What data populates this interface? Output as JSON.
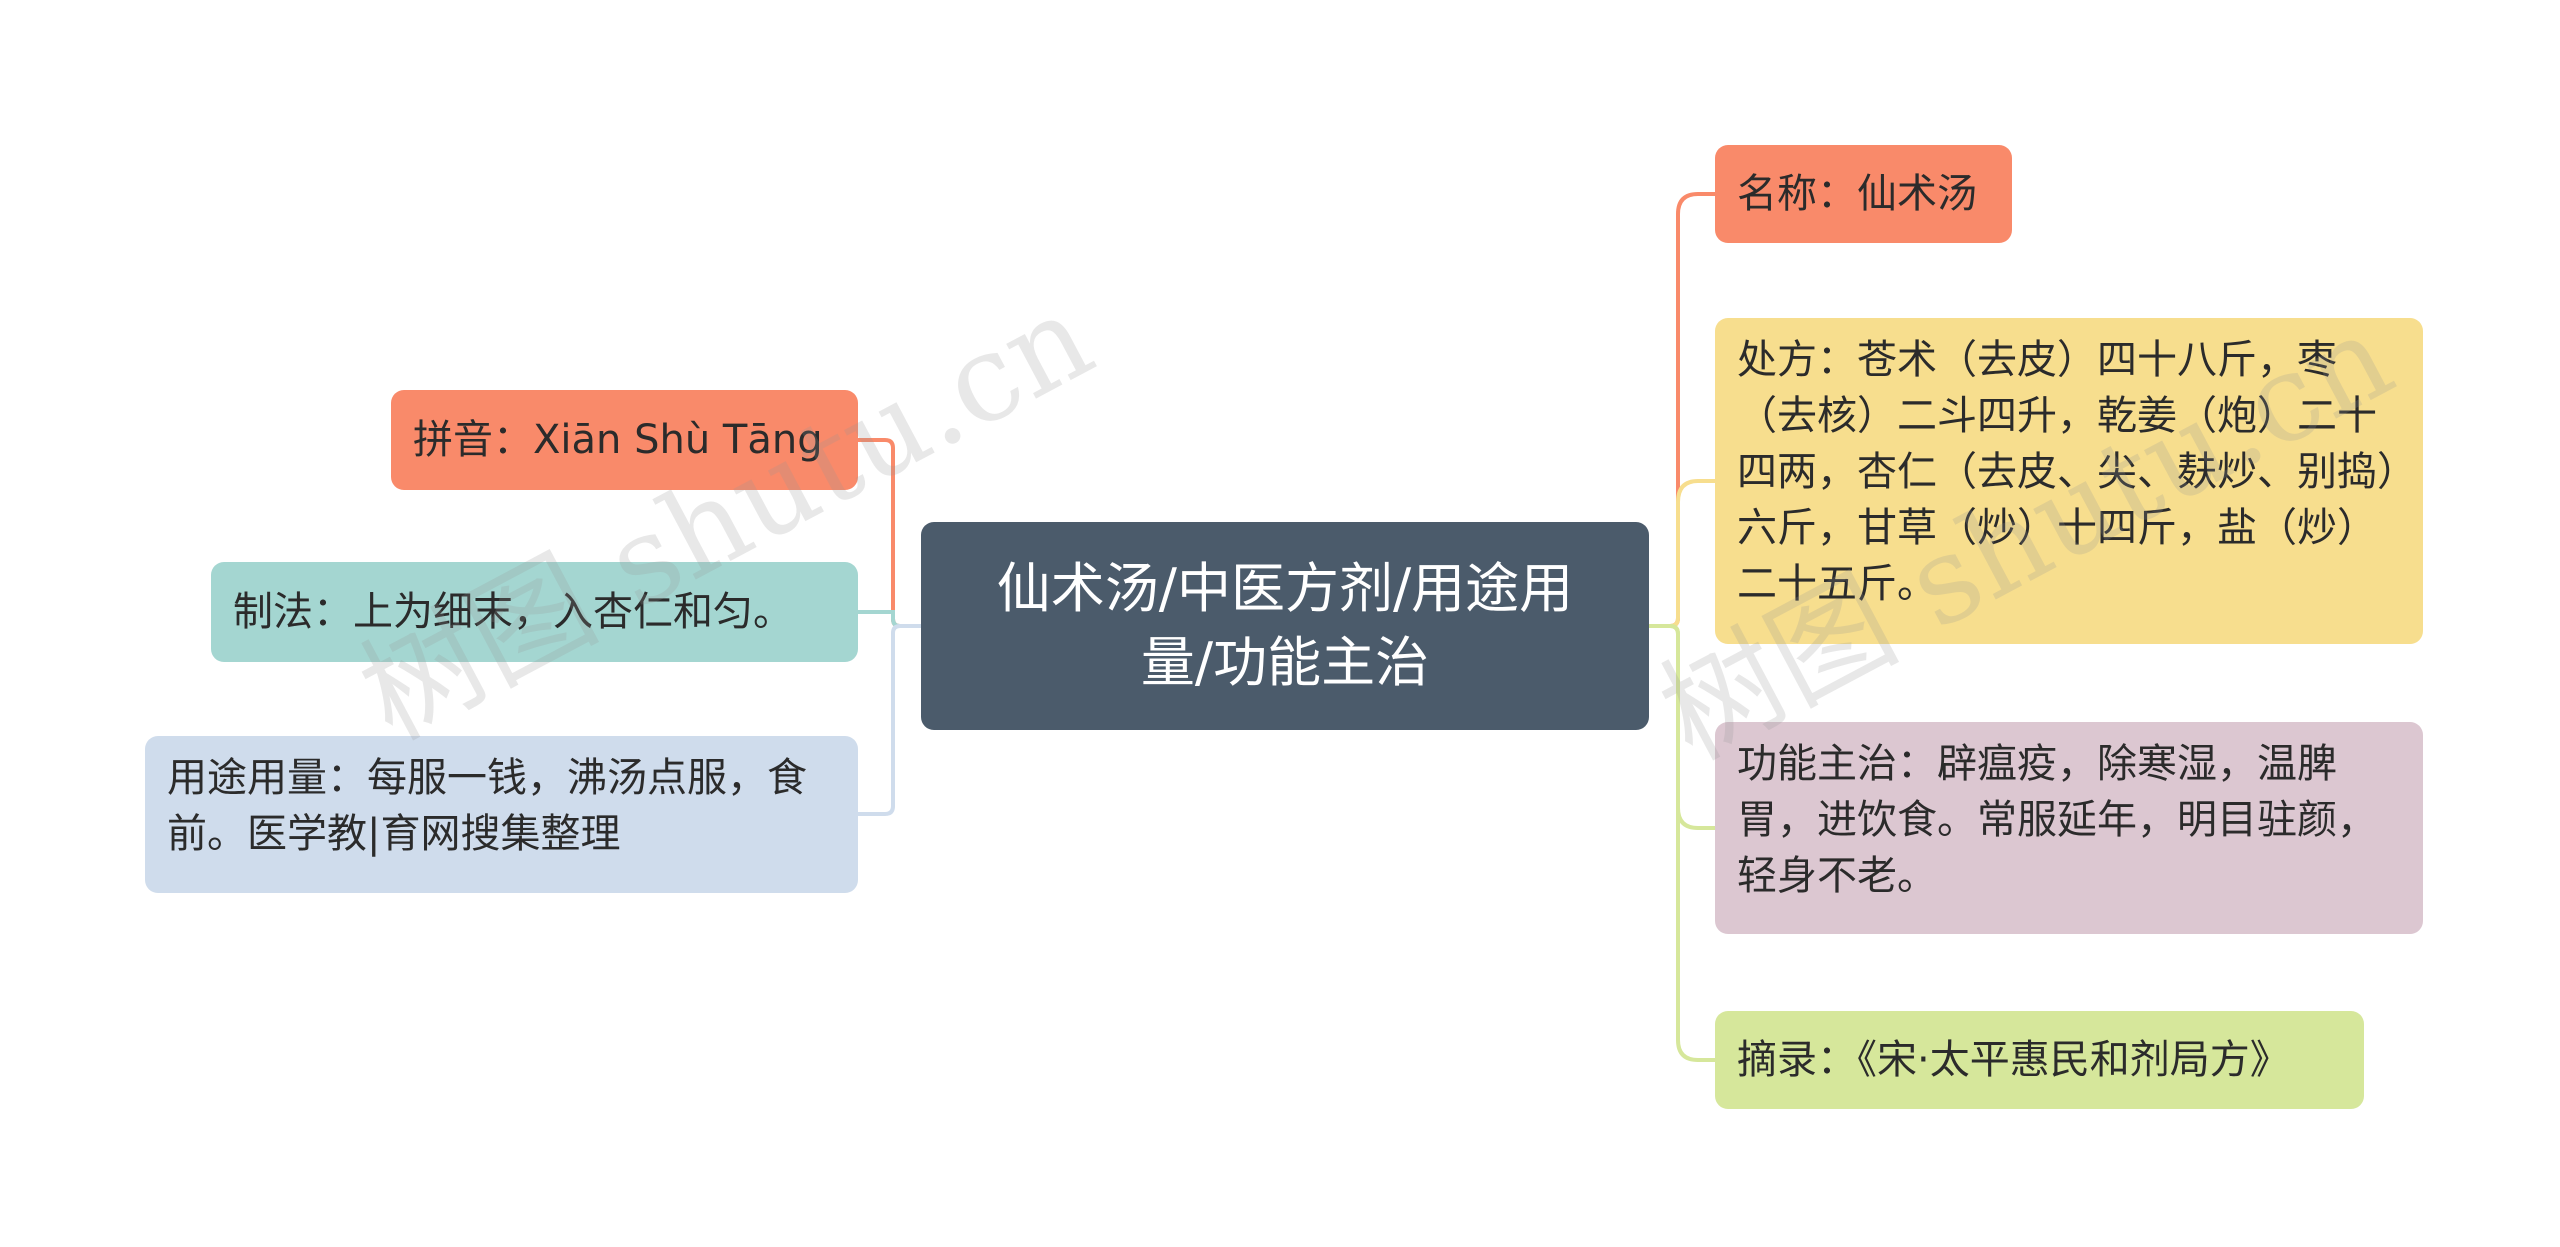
{
  "center": {
    "title": "仙术汤/中医方剂/用途用量/功能主治"
  },
  "left_nodes": {
    "pinyin": "拼音：Xiān Shù Tāng",
    "zhifa": "制法：上为细末，入杏仁和匀。",
    "yongtu": "用途用量：每服一钱，沸汤点服，食前。医学教|育网搜集整理"
  },
  "right_nodes": {
    "mingcheng": "名称：仙术汤",
    "chufang": "处方：苍术（去皮）四十八斤，枣（去核）二斗四升，乾姜（炮）二十四两，杏仁（去皮、尖、麸炒、别捣）六斤，甘草（炒）十四斤，盐（炒）二十五斤。",
    "gongneng": "功能主治：辟瘟疫，除寒湿，温脾胃，进饮食。常服延年，明目驻颜，轻身不老。",
    "zhailu": "摘录：《宋·太平惠民和剂局方》"
  },
  "watermark": {
    "text": "树图 shutu.cn"
  },
  "colors": {
    "center_bg": "#4b5b6b",
    "orange": "#f98a6a",
    "teal": "#a4d6d1",
    "blue": "#cfdcec",
    "yellow": "#f7de8e",
    "pink": "#dcc7d1",
    "green": "#d6e79b"
  }
}
